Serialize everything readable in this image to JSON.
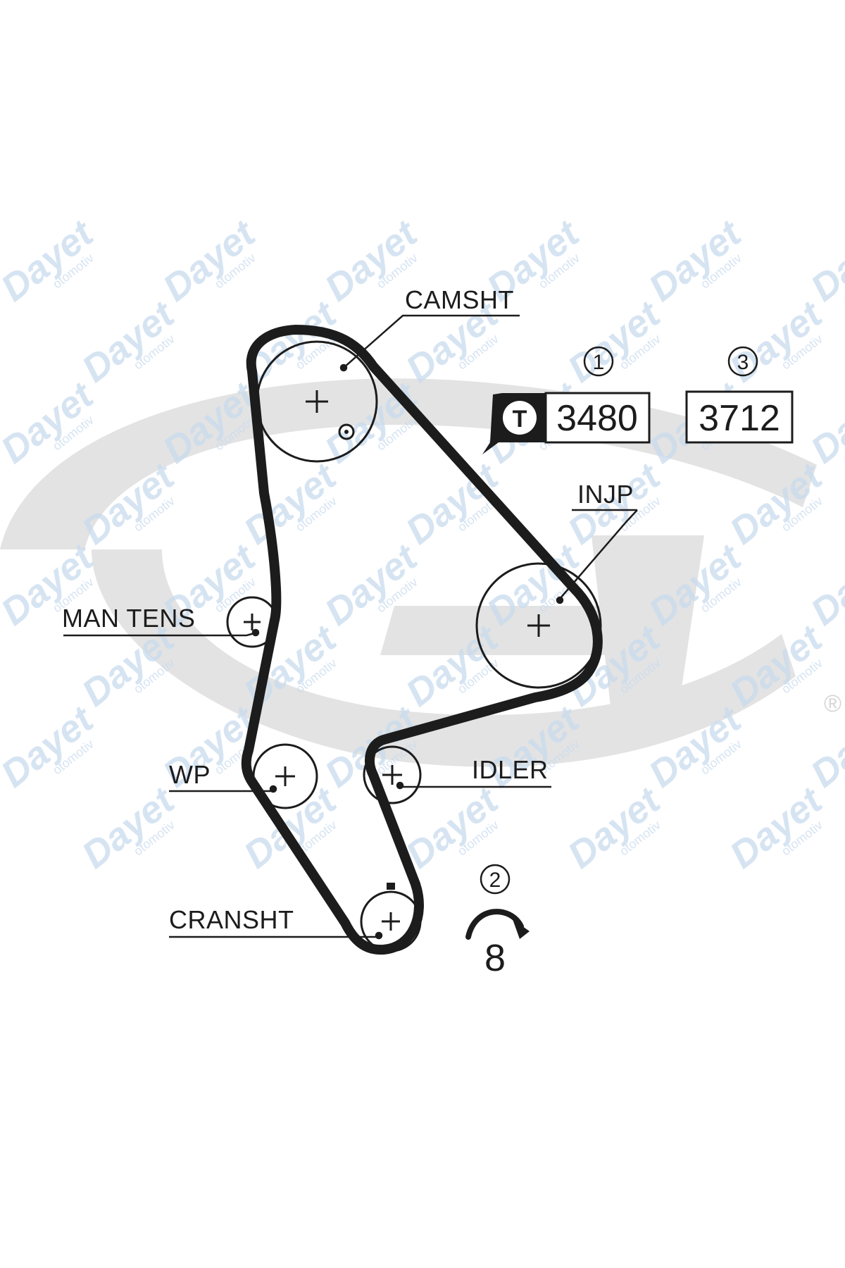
{
  "labels": {
    "camshaft": "CAMSHT",
    "injection_pump": "INJP",
    "manual_tensioner": "MAN TENS",
    "water_pump": "WP",
    "idler": "IDLER",
    "crankshaft": "CRANSHT"
  },
  "references": {
    "note1": "1",
    "note2": "2",
    "note3": "3",
    "tool_icon": "T",
    "part_a": "3480",
    "part_b": "3712",
    "rotation_value": "8"
  },
  "watermark": {
    "brand": "Dayet",
    "sub": "otomotiv",
    "registered": "®"
  },
  "colors": {
    "belt": "#1c1c1c",
    "gates_logo": "#e3e3e3",
    "watermark": "#c9dbee",
    "background": "#ffffff"
  }
}
